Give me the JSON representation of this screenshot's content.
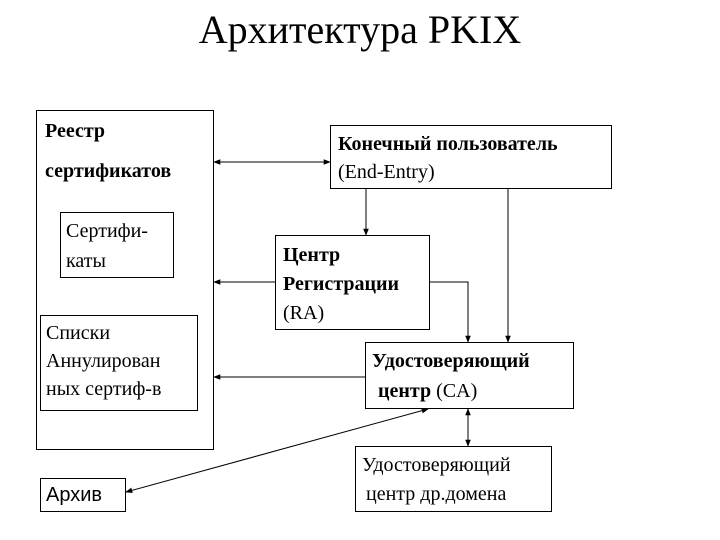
{
  "title": "Архитектура PKIX",
  "registry": {
    "label_line1": "Реестр",
    "label_line2": "сертификатов",
    "certs_line1": "Сертифи-",
    "certs_line2": "каты",
    "crl_line1": "Списки",
    "crl_line2": "Аннулирован",
    "crl_line3": "ных сертиф-в"
  },
  "end_entity": {
    "line1": "Конечный пользователь",
    "line2": "(End-Entry)"
  },
  "ra": {
    "line1": "Центр",
    "line2": "Регистрации",
    "line3": "(RA)"
  },
  "ca": {
    "line1": "Удостоверяющий",
    "line2_bold": "центр",
    "line2_rest": " (CA)"
  },
  "other_ca": {
    "line1": "Удостоверяющий",
    "line2": "центр др.домена"
  },
  "archive": {
    "label": "Архив"
  }
}
